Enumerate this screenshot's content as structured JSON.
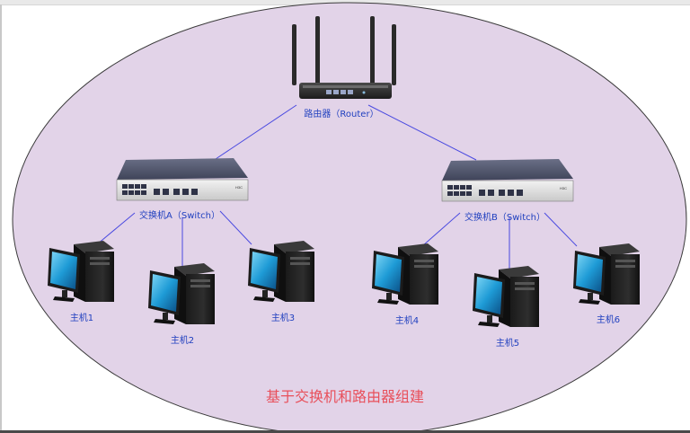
{
  "diagram": {
    "caption": "基于交换机和路由器组建",
    "router": {
      "label": "路由器（Router）",
      "brand": ""
    },
    "switches": [
      {
        "id": "switch-a",
        "label": "交换机A（Switch）",
        "brand": "H3C"
      },
      {
        "id": "switch-b",
        "label": "交换机B（Switch）",
        "brand": "H3C"
      }
    ],
    "hosts": [
      {
        "label": "主机1",
        "switch": "switch-a"
      },
      {
        "label": "主机2",
        "switch": "switch-a"
      },
      {
        "label": "主机3",
        "switch": "switch-a"
      },
      {
        "label": "主机4",
        "switch": "switch-b"
      },
      {
        "label": "主机5",
        "switch": "switch-b"
      },
      {
        "label": "主机6",
        "switch": "switch-b"
      }
    ],
    "colors": {
      "ellipse_fill": "#e2d3e8",
      "ellipse_stroke": "#3a3a3a",
      "link": "#4a4ae0",
      "label": "#1f3fbf",
      "caption": "#e8505b"
    }
  }
}
